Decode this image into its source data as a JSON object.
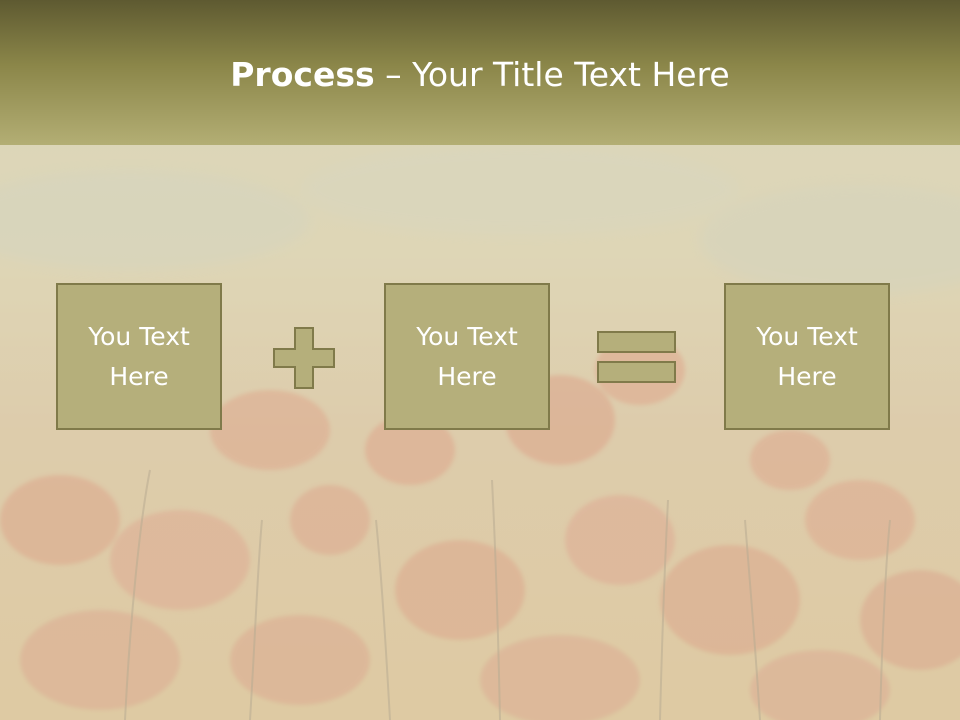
{
  "header": {
    "title_bold": "Process",
    "title_rest": " – Your Title Text Here"
  },
  "process": {
    "box1_text": "You Text Here",
    "operator1": "plus",
    "box2_text": "You Text Here",
    "operator2": "equals",
    "box3_text": "You Text Here"
  },
  "colors": {
    "header": "#8b8649",
    "box_fill": "#b5af7b",
    "box_border": "#807a4a",
    "text": "#ffffff"
  }
}
